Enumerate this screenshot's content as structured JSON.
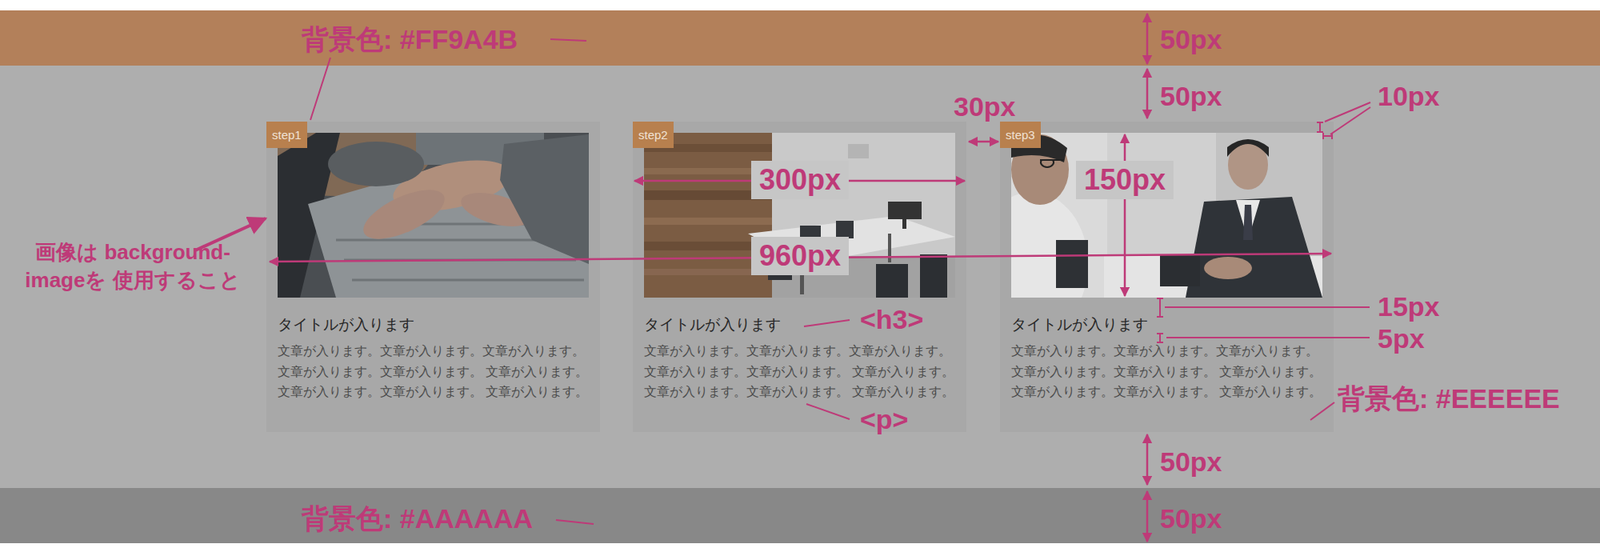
{
  "diagram": {
    "nodes": [
      {
        "text": [
          "タイトルが入ります",
          "文章が入ります。文章が入ります。文章が入ります。文章が入ります。文章が入ります。 文章が入ります。文章が入ります。文章が入ります。 文章が入ります。"
        ]
      },
      {
        "text": [
          "step1"
        ],
        "in": 0
      },
      {
        "text": [
          "タイトルが入ります",
          "文章が入ります。文章が入ります。文章が入ります。文章が入ります。文章が入ります。 文章が入ります。文章が入ります。文章が入ります。 文章が入ります。"
        ]
      },
      {
        "text": [
          "step2"
        ],
        "in": 2
      },
      {
        "text": [
          "タイトルが入ります",
          "文章が入ります。文章が入ります。文章が入ります。文章が入ります。文章が入ります。 文章が入ります。文章が入ります。文章が入ります。 文章が入ります。"
        ]
      },
      {
        "text": [
          "step3"
        ],
        "in": 4
      }
    ],
    "labels": [
      "背景色: #FF9A4B",
      "50px",
      "50px",
      "10px",
      "30px",
      "300px",
      "960px",
      "150px",
      "画像は background-imageを 使用すること",
      "15px",
      "5px",
      "<h3>",
      "<p>",
      "背景色: #EEEEEE",
      "50px",
      "50px",
      "背景色: #AAAAAA"
    ]
  }
}
